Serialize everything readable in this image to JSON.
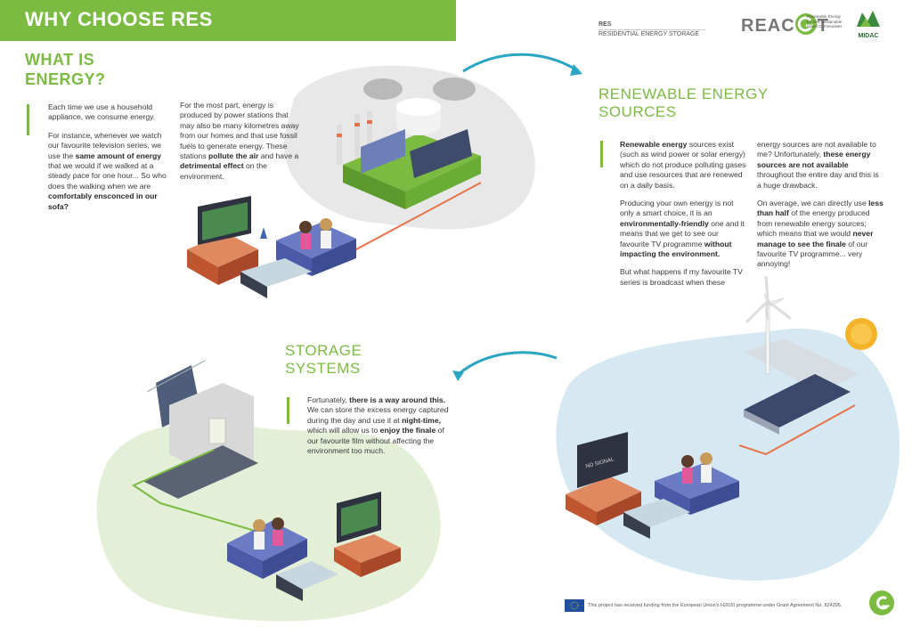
{
  "banner": {
    "title": "WHY CHOOSE RES"
  },
  "header": {
    "acronym": "RES",
    "subtitle": "RESIDENTIAL ENERGY STORAGE",
    "logo_word": "REAC",
    "logo_caption": [
      "Renewable Energy",
      "for Self-Sustainable",
      "Island Communities"
    ],
    "partner_logo": "MIDAC"
  },
  "section1": {
    "title": [
      "WHAT IS",
      "ENERGY?"
    ],
    "col1": [
      [
        {
          "t": "Each time we use a household appliance, we consume energy."
        }
      ],
      [
        {
          "t": "For instance, whenever we watch our favourite television series, we use the "
        },
        {
          "b": "same amount of energy"
        },
        {
          "t": " that we would if we walked at a steady pace for one hour... So who does the walking when we are "
        },
        {
          "b": "comfortably ensconced in our sofa?"
        }
      ]
    ],
    "col2": [
      [
        {
          "t": "For the most part, energy is produced by power stations that may also be many kilometres away from our homes and that use fossil fuels to generate energy. These stations "
        },
        {
          "b": "pollute the air"
        },
        {
          "t": " and have a "
        },
        {
          "b": "detrimental effect"
        },
        {
          "t": " on the environment."
        }
      ]
    ]
  },
  "section2": {
    "title": [
      "RENEWABLE ENERGY",
      "SOURCES"
    ],
    "col1": [
      [
        {
          "b": "Renewable energy"
        },
        {
          "t": " sources exist (such as wind power or solar energy) which do not produce polluting gases and use resources that are renewed on a daily basis."
        }
      ],
      [
        {
          "t": "Producing your own energy is not only a smart choice, it is an "
        },
        {
          "b": "environmentally-friendly"
        },
        {
          "t": " one and it means that we get to see our favourite TV programme "
        },
        {
          "b": "without impacting the environment."
        }
      ],
      [
        {
          "t": "But what happens if my favourite TV series is broadcast when these"
        }
      ]
    ],
    "col2": [
      [
        {
          "t": "energy sources are not available to me? Unfortunately, "
        },
        {
          "b": "these energy sources are not available"
        },
        {
          "t": " throughout the entire day and this is a huge drawback."
        }
      ],
      [
        {
          "t": "On average, we can directly use "
        },
        {
          "b": "less than half"
        },
        {
          "t": " of the energy produced from renewable energy sources; which means that we would "
        },
        {
          "b": "never manage to see the finale"
        },
        {
          "t": " of our favourite TV programme... very annoying!"
        }
      ]
    ]
  },
  "section3": {
    "title": [
      "STORAGE",
      "SYSTEMS"
    ],
    "col1": [
      [
        {
          "t": "Fortunately, "
        },
        {
          "b": "there is a way around this."
        },
        {
          "t": " We can store the excess energy captured during the day and use it at "
        },
        {
          "b": "night-time,"
        },
        {
          "t": " which will allow us to "
        },
        {
          "b": "enjoy the finale"
        },
        {
          "t": " of our favourite film without affecting the environment too much."
        }
      ]
    ]
  },
  "tv_label": "NO SIGNAL",
  "footer": {
    "text": "This project has received funding from the European Union's H2020 programme under Grant Agreement No. 824395."
  },
  "colors": {
    "accent": "#7cbb42",
    "arrow": "#2aa6c4",
    "cable": "#e8734a",
    "sofa": "#4a5aa8",
    "tv_cabinet": "#c0562f"
  }
}
